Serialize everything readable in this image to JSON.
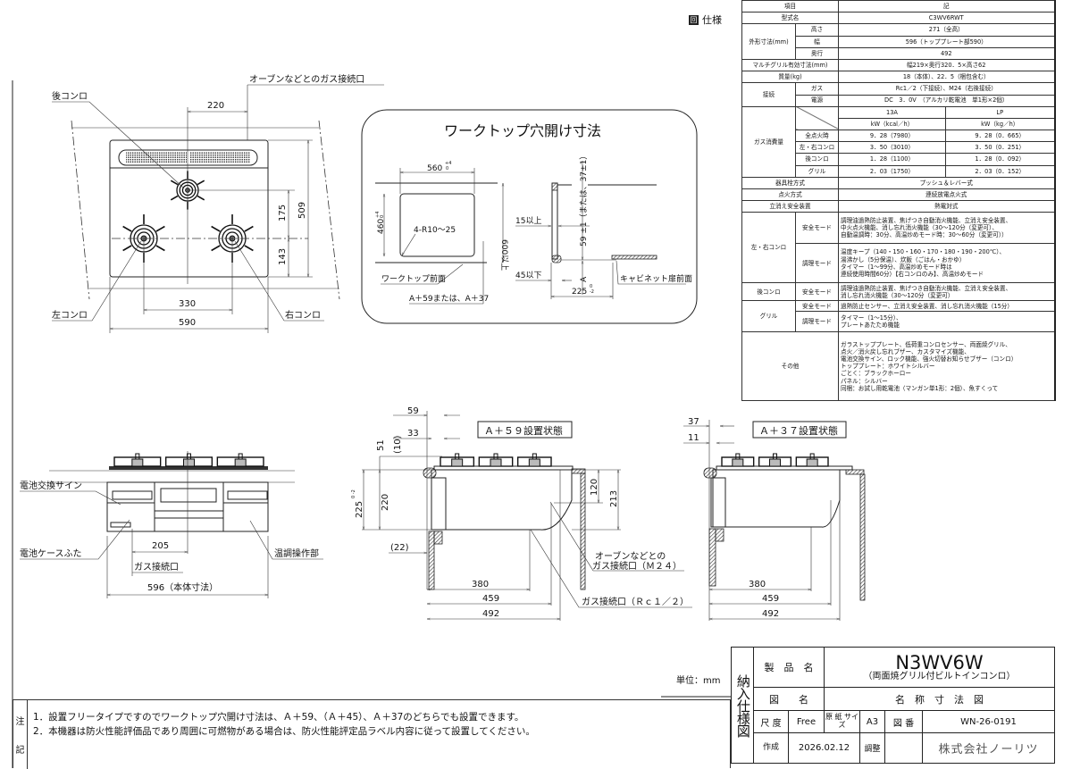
{
  "plan_view": {
    "rear_burner": "後コンロ",
    "left_burner": "左コンロ",
    "right_burner": "右コンロ",
    "oven_gas_port": "オーブンなどとのガス接続口",
    "dim_220": "220",
    "dim_330": "330",
    "dim_590": "590",
    "dim_509": "509",
    "dim_175": "175",
    "dim_143": "143"
  },
  "cutout": {
    "title": "ワークトップ穴開け寸法",
    "dim_560": "560",
    "tol_560_upper": "+4",
    "tol_560_lower": "0",
    "dim_460": "460",
    "tol_460_upper": "+4",
    "tol_460_lower": "0",
    "radius": "4-R10～25",
    "min_600": "600以上",
    "worktop_front": "ワークトップ前面",
    "a_dim": "A＋59または、A＋37",
    "min_15": "15以上",
    "dim_59": "59 ±1（または、37±1）",
    "a_label": "A",
    "max_45": "45以下",
    "dim_225": "225",
    "tol_225_upper": "0",
    "tol_225_lower": "-2",
    "cabinet_front": "キャビネット扉前面"
  },
  "front_view": {
    "battery_sign": "電池交換サイン",
    "battery_cover": "電池ケースふた",
    "temp_control": "温調操作部",
    "dim_205": "205",
    "gas_port": "ガス接続口",
    "dim_596": "596（本体寸法）"
  },
  "section_a59": {
    "title": "Ａ＋５９設置状態",
    "dim_59": "59",
    "dim_33": "33",
    "dim_51": "51",
    "dim_10": "(10)",
    "dim_225": "225",
    "tol_225": "0 -2",
    "dim_220": "220",
    "dim_22": "(22)",
    "dim_120": "120",
    "dim_213": "213",
    "dim_380": "380",
    "dim_459": "459",
    "dim_492": "492",
    "oven_port_1": "オーブンなどとの",
    "oven_port_2": "ガス接続口（Ｍ２４）",
    "gas_port": "ガス接続口（Ｒｃ１／２）"
  },
  "section_a37": {
    "title": "Ａ＋３７設置状態",
    "dim_37": "37",
    "dim_11": "11",
    "dim_380": "380",
    "dim_459": "459",
    "dim_492": "492"
  },
  "spec": {
    "title": "仕様",
    "title_icon": "回",
    "header": [
      "項目",
      "記"
    ],
    "model_label": "型式名",
    "model": "C3WV6RWT",
    "dims_label": "外形寸法(mm)",
    "height_label": "高さ",
    "height": "271（全高）",
    "width_label": "幅",
    "width": "596（トッププレート部590）",
    "depth_label": "奥行",
    "depth": "492",
    "grill_label": "マルチグリル有効寸法(mm)",
    "grill": "幅219×奥行320．5×高さ62",
    "mass_label": "質量(kg)",
    "mass": "18（本体）、22．5（梱包含む）",
    "conn_label": "接続",
    "gas_label": "ガス",
    "gas": "Rc1／2（下接続）、M24（右後接続）",
    "power_label": "電源",
    "power": "DC　3．0V　（アルカリ乾電池　単1形×2個）",
    "consumption_label": "ガス消費量",
    "col_13a": "13A",
    "col_lp": "LP",
    "unit_13a": "kW（kcal／h）",
    "unit_lp": "kW（kg／h）",
    "consumption_rows": [
      {
        "label": "全点火時",
        "a13": "9．28（7980）",
        "lp": "9．28（0．665）"
      },
      {
        "label": "左・右コンロ",
        "a13": "3．50（3010）",
        "lp": "3．50（0．251）"
      },
      {
        "label": "後コンロ",
        "a13": "1．28（1100）",
        "lp": "1．28（0．092）"
      },
      {
        "label": "グリル",
        "a13": "2．03（1750）",
        "lp": "2．03（0．152）"
      }
    ],
    "valve_label": "器具栓方式",
    "valve": "プッシュ＆レバー式",
    "ignition_label": "点火方式",
    "ignition": "連続放電点火式",
    "flameout_label": "立消え安全装置",
    "flameout": "熱電対式",
    "lr_label": "左・右コンロ",
    "safety_mode": "安全モード",
    "cook_mode": "調理モード",
    "lr_safety": "調理油過熱防止装置、焦げつき自動消火機能、立消え安全装置、\n中火点火機能、消し忘れ消火機能（30～120分（変更可）、\n自動温調時：30分、高温炒めモード時：30～60分（変更可））",
    "lr_cook": "温度キープ（140・150・160・170・180・190・200℃）、\n湯沸かし（5分保温）、炊飯（ごはん・おかゆ）\nタイマー（1～99分、高温炒めモード時は\n連続使用時間60分）【右コンロのみ】、高温炒めモード",
    "rear_label": "後コンロ",
    "rear_safety": "調理油過熱防止装置、焦げつき自動消火機能、立消え安全装置、\n消し忘れ消火機能（30～120分（変更可）",
    "grill_row_label": "グリル",
    "grill_safety": "過熱防止センサー、立消え安全装置、消し忘れ消火機能（15分）",
    "grill_cook": "タイマー（1～15分）、\nプレートあたため機能",
    "other_label": "その他",
    "other": "ガラストッププレート、低荷重コンロセンサー、両面焼グリル、\n点火／消火戻し忘れブザー、カスタマイズ機能、\n電池交換サイン、ロック機能、強火切替お知らせブザー（コンロ）\nトッププレート：ホワイトシルバー\nごとく：ブラックホーロー\nパネル：シルバー\n同梱：お試し用乾電池（マンガン単1形：2個）、魚すくって"
  },
  "title_block": {
    "unit": "単位：mm",
    "doc_type": "納入仕様図",
    "product_name_label": "製　品　名",
    "product_name": "N3WV6W",
    "product_desc": "（両面焼グリル付ビルトインコンロ）",
    "drawing_name_label": "図　　名",
    "drawing_name": "名　称　寸　法　図",
    "scale_label": "尺 度",
    "scale": "Free",
    "paper_label": "原 紙 サイズ",
    "paper": "A3",
    "drawing_no_label": "図 番",
    "drawing_no": "WN-26-0191",
    "created_label": "作成",
    "created": "2026.02.12",
    "adjusted_label": "調整",
    "company": "株式会社ノーリツ"
  },
  "notes": {
    "label": [
      "注",
      "記"
    ],
    "items": [
      "1．設置フリータイプですのでワークトップ穴開け寸法は、Ａ＋59、（Ａ＋45）、Ａ＋37のどちらでも設置できます。",
      "2．本機器は防火性能評価品であり周囲に可燃物がある場合は、防火性能評定品ラベル内容に従って設置してください。"
    ]
  }
}
